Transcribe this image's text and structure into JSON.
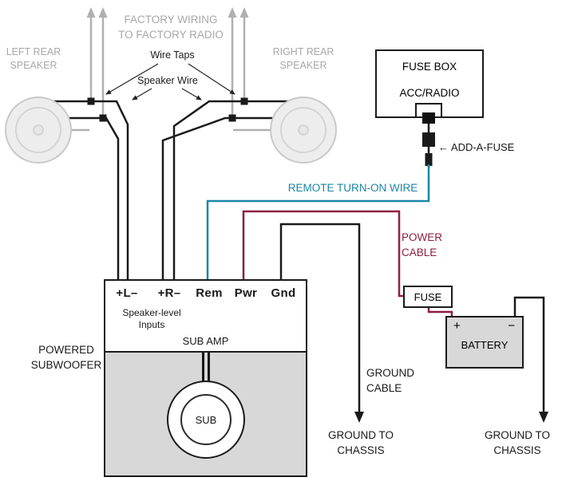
{
  "colors": {
    "factory_gray": "#b0b0b0",
    "text_gray": "#a8a8a8",
    "wire_black": "#1a1a1a",
    "remote_teal": "#1b87a5",
    "power_maroon": "#8e1f40"
  },
  "factory": {
    "wiring_label": "FACTORY WIRING\nTO FACTORY RADIO",
    "left_speaker": "LEFT REAR\nSPEAKER",
    "right_speaker": "RIGHT REAR\nSPEAKER",
    "wire_taps": "Wire Taps",
    "speaker_wire": "Speaker Wire"
  },
  "fuse_box": {
    "title": "FUSE BOX",
    "circuit": "ACC/RADIO",
    "add_a_fuse": "← ADD-A-FUSE"
  },
  "wiring": {
    "remote": "REMOTE TURN-ON WIRE",
    "power": "POWER\nCABLE",
    "ground": "GROUND\nCABLE",
    "ground_chassis_left": "GROUND TO\nCHASSIS",
    "ground_chassis_right": "GROUND TO\nCHASSIS"
  },
  "amp": {
    "terminals": [
      {
        "label": "+L–"
      },
      {
        "label": "+R–"
      },
      {
        "label": "Rem"
      },
      {
        "label": "Pwr"
      },
      {
        "label": "Gnd"
      }
    ],
    "inputs_label": "Speaker-level\nInputs",
    "name": "SUB AMP",
    "subwoofer_label": "POWERED\nSUBWOOFER",
    "sub": "SUB"
  },
  "power_side": {
    "fuse": "FUSE",
    "battery": "BATTERY",
    "plus": "+",
    "minus": "−"
  }
}
